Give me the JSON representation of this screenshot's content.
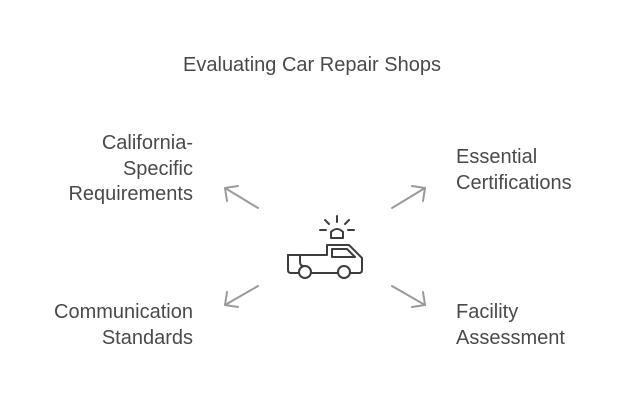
{
  "title": "Evaluating Car Repair Shops",
  "center": {
    "icon": "tow-truck-icon"
  },
  "items": [
    {
      "position": "top-left",
      "lines": [
        "California-",
        "Specific",
        "Requirements"
      ]
    },
    {
      "position": "top-right",
      "lines": [
        "Essential",
        "Certifications"
      ]
    },
    {
      "position": "bottom-left",
      "lines": [
        "Communication",
        "Standards"
      ]
    },
    {
      "position": "bottom-right",
      "lines": [
        "Facility",
        "Assessment"
      ]
    }
  ],
  "colors": {
    "text": "#4a4a4a",
    "arrow": "#9a9a9a",
    "icon": "#3d3d3d"
  }
}
